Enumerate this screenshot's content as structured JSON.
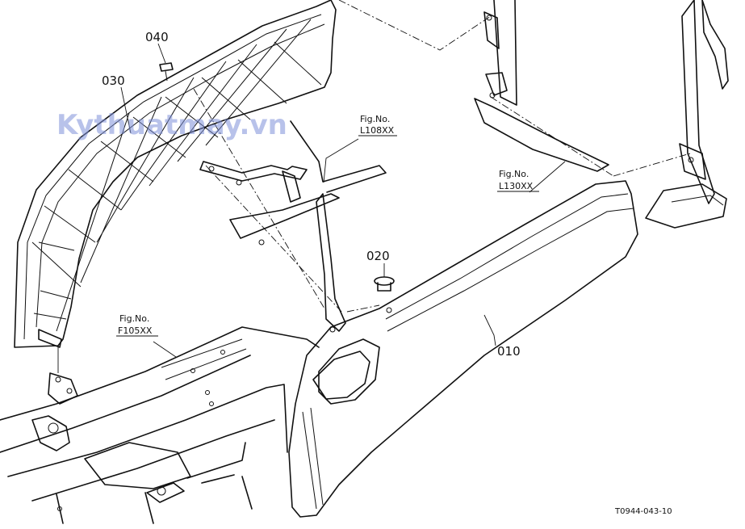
{
  "watermark": "Kythuatmay.vn",
  "callouts": [
    {
      "id": "010",
      "text": "010"
    },
    {
      "id": "020",
      "text": "020"
    },
    {
      "id": "030",
      "text": "030"
    },
    {
      "id": "040",
      "text": "040"
    }
  ],
  "figure_refs": [
    {
      "caption": "Fig.No.",
      "code": "L108XX"
    },
    {
      "caption": "Fig.No.",
      "code": "L130XX"
    },
    {
      "caption": "Fig.No.",
      "code": "F105XX"
    }
  ],
  "drawing_code": "T0944-043-10"
}
